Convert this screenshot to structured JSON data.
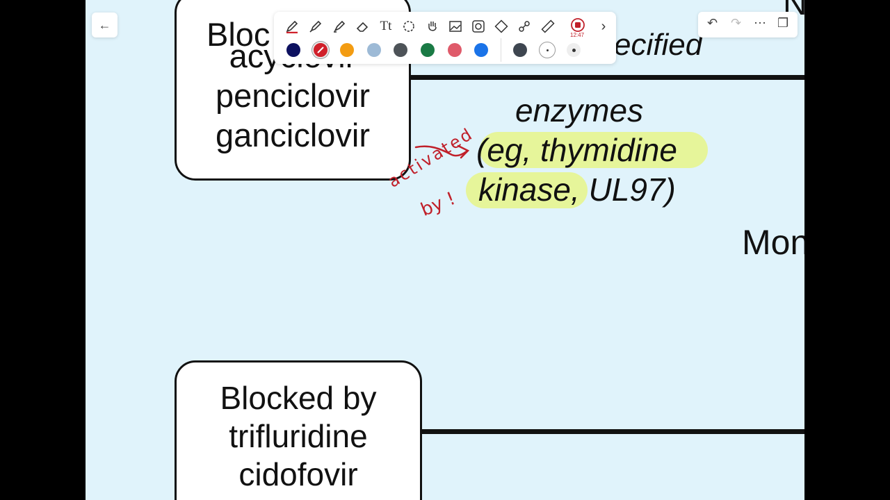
{
  "diagram": {
    "box_top_lines": [
      "Bloc",
      "acyclovir",
      "penciclovir",
      "ganciclovir"
    ],
    "box_bottom_lines": [
      "Blocked by",
      "trifluridine",
      "cidofovir"
    ],
    "corner_text_top_right": "N",
    "header_fragment": "ecified",
    "enzymes_line1": "enzymes",
    "enzymes_line2": "(eg, thymidine",
    "enzymes_line3_a": "kinase",
    "enzymes_line3_b": ", UL97)",
    "side_text": "Mon",
    "highlight_color": "#e6f59a"
  },
  "annotation": {
    "line1": "activated",
    "line2": "by !",
    "color": "#c0202a"
  },
  "toolbar": {
    "tools": [
      "pen-icon",
      "marker-icon",
      "highlighter-icon",
      "eraser-icon",
      "text-icon",
      "lasso-icon",
      "hand-icon",
      "image-icon",
      "sticker-icon",
      "shape-icon",
      "link-icon",
      "ruler-icon"
    ],
    "record_time": "12:47",
    "more_label": "›",
    "swatches": [
      "#0d1160",
      "#d0202a",
      "#f39c12",
      "#9dbad6",
      "#4d5358",
      "#1a7a45",
      "#df5a6a",
      "#1a73e8"
    ],
    "sizes": [
      "large",
      "medium",
      "small"
    ]
  },
  "nav": {
    "back_label": "←"
  },
  "right_toolbar": {
    "undo_label": "↶",
    "redo_label": "↷",
    "more_label": "⋯",
    "pages_label": "❐"
  }
}
